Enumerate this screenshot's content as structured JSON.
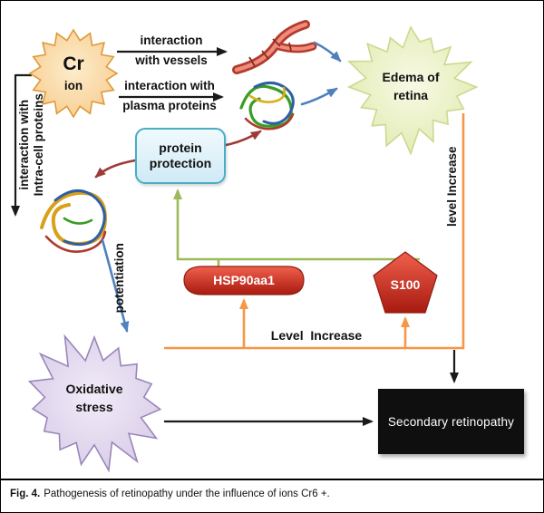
{
  "colors": {
    "arrow-black": "#1a1a1a",
    "arrow-blue": "#4f81bd",
    "arrow-red": "#9e3b3a",
    "arrow-olive": "#9bbb59",
    "arrow-orange": "#f79646",
    "cr-stroke": "#e0993b",
    "edema-stroke": "#c9da8e",
    "oxidative-stroke": "#9a86bb",
    "protection-stroke": "#4bacc6",
    "node-red-dark": "#8e1d12",
    "box-black": "#0f0f0f"
  },
  "nodes": {
    "cr": {
      "line1": "Cr",
      "line2": "ion"
    },
    "edema": {
      "line1": "Edema of",
      "line2": "retina"
    },
    "protection": {
      "line1": "protein",
      "line2": "protection"
    },
    "hsp90": {
      "label": "HSP90aa1"
    },
    "s100": {
      "label": "S100"
    },
    "oxidative": {
      "line1": "Oxidative",
      "line2": "stress"
    },
    "secondary": {
      "label": "Secondary retinopathy"
    }
  },
  "edges": {
    "vessels": {
      "line1": "interaction",
      "line2": "with vessels"
    },
    "plasma": {
      "line1": "interaction with",
      "line2": "plasma proteins"
    },
    "intracell": {
      "line1": "interaction with",
      "line2": "Intra-cell proteins"
    },
    "potentiation": {
      "label": "potentiation"
    },
    "level_increase_right": {
      "label": "level Increase"
    },
    "level_increase_bottom": {
      "label": "Level  Increase"
    }
  },
  "caption": {
    "label": "Fig. 4.",
    "text": "Pathogenesis of retinopathy under the influence of ions Cr6 +."
  }
}
